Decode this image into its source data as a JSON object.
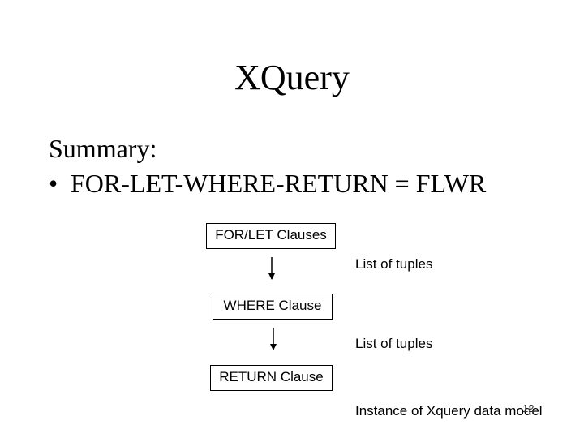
{
  "slide": {
    "title": "XQuery",
    "summary_label": "Summary:",
    "bullet_symbol": "•",
    "bullet_text": "FOR-LET-WHERE-RETURN  = FLWR",
    "page_number": "12"
  },
  "diagram": {
    "boxes": [
      "FOR/LET Clauses",
      "WHERE Clause",
      "RETURN Clause"
    ],
    "labels": [
      "List of tuples",
      "List of tuples",
      "Instance of Xquery data model"
    ]
  }
}
